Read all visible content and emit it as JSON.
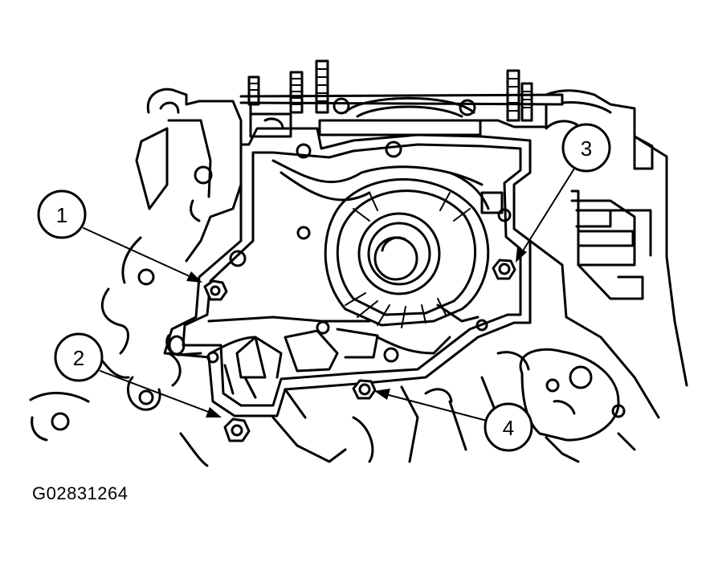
{
  "figure_code": "G02831264",
  "callouts": [
    {
      "label": "1"
    },
    {
      "label": "2"
    },
    {
      "label": "3"
    },
    {
      "label": "4"
    }
  ],
  "colors": {
    "ink": "#000000",
    "paper": "#ffffff"
  }
}
